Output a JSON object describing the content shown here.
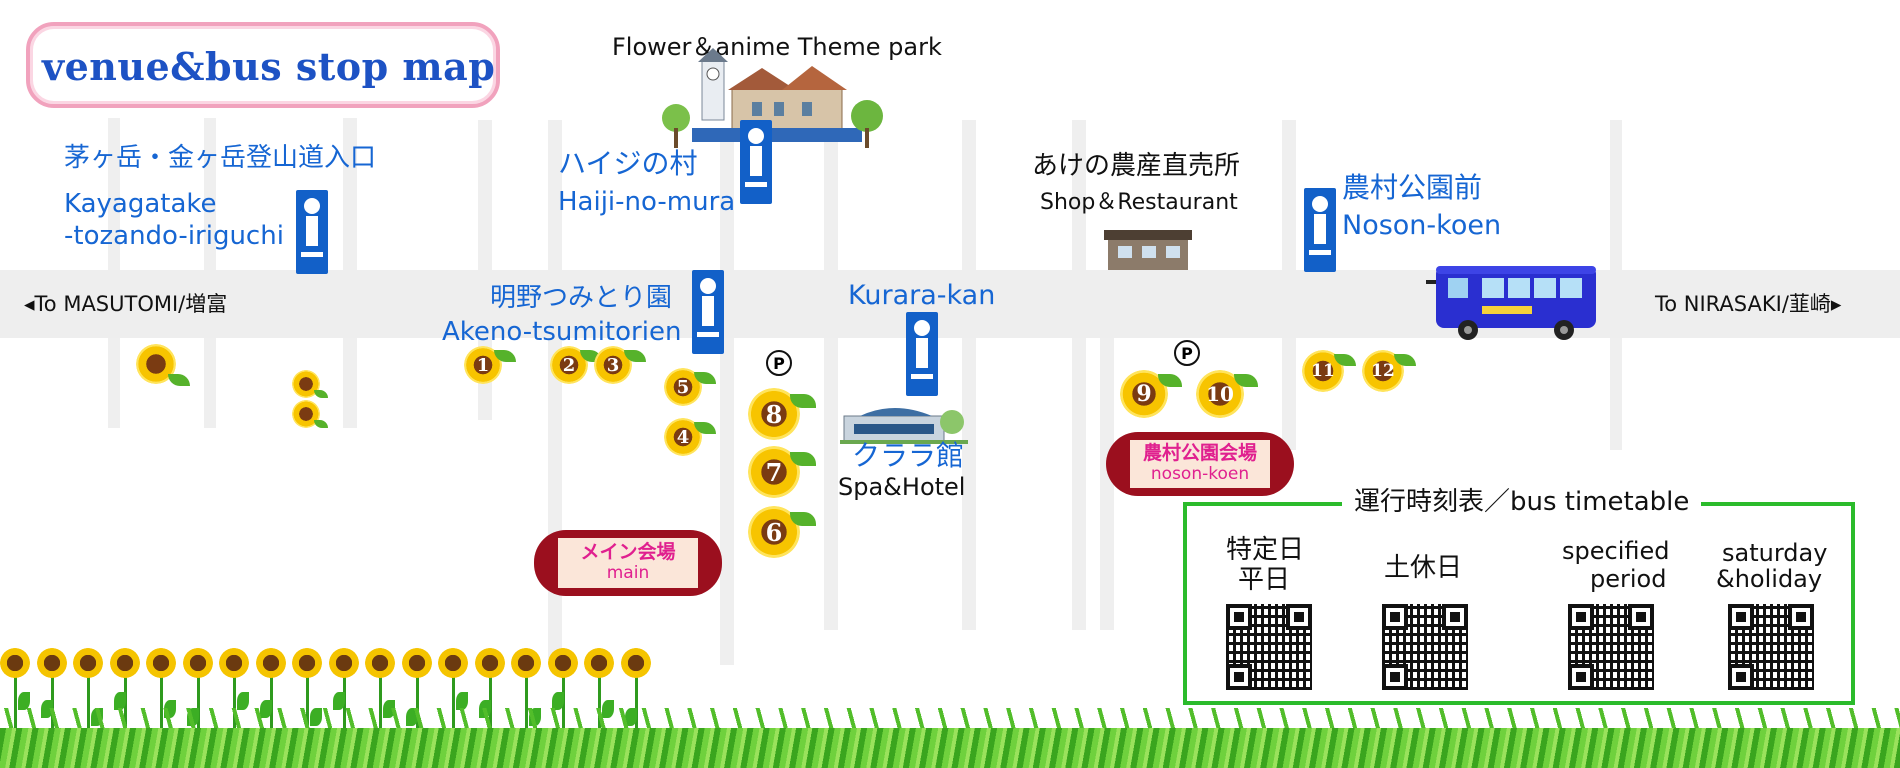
{
  "title": "venue&bus stop map",
  "landmarks": {
    "flower_park": "Flower＆anime Theme park",
    "akeno_shop_jp": "あけの農産直売所",
    "akeno_shop_en": "Shop＆Restaurant",
    "kurara_jp": "クララ館",
    "kurara_en": "Spa&Hotel"
  },
  "directions": {
    "west": "◂To MASUTOMI/増富",
    "east": "To NIRASAKI/韮崎▸"
  },
  "bus_stops": {
    "kayagatake_jp": "茅ヶ岳・金ヶ岳登山道入口",
    "kayagatake_en1": "Kayagatake",
    "kayagatake_en2": "-tozando-iriguchi",
    "haiji_jp": "ハイジの村",
    "haiji_en": "Haiji-no-mura",
    "akeno_jp": "明野つみとり園",
    "akeno_en": "Akeno-tsumitorien",
    "kurara_en": "Kurara-kan",
    "noson_jp": "農村公園前",
    "noson_en": "Noson-koen"
  },
  "venues": {
    "main_jp": "メイン会場",
    "main_en": "main",
    "noson_jp": "農村公園会場",
    "noson_en": "noson-koen"
  },
  "parking": [
    "P",
    "P"
  ],
  "sunflower_numbers": [
    "1",
    "2",
    "3",
    "4",
    "5",
    "6",
    "7",
    "8",
    "9",
    "10",
    "11",
    "12"
  ],
  "timetable": {
    "heading": "運行時刻表／bus timetable",
    "col1_jp_line1": "特定日",
    "col1_jp_line2": "平日",
    "col2_jp": "土休日",
    "col3_en_line1": "specified",
    "col3_en_line2": "period",
    "col4_en_line1": "saturday",
    "col4_en_line2": "&holiday"
  },
  "colors": {
    "stop_blue": "#1260c8",
    "label_blue": "#1666d3",
    "venue_red": "#9b0f1e",
    "venue_text": "#e0208f",
    "timetable_green": "#2bbb2b",
    "title_blue": "#1d52c4",
    "title_border": "#f1a2bd"
  }
}
